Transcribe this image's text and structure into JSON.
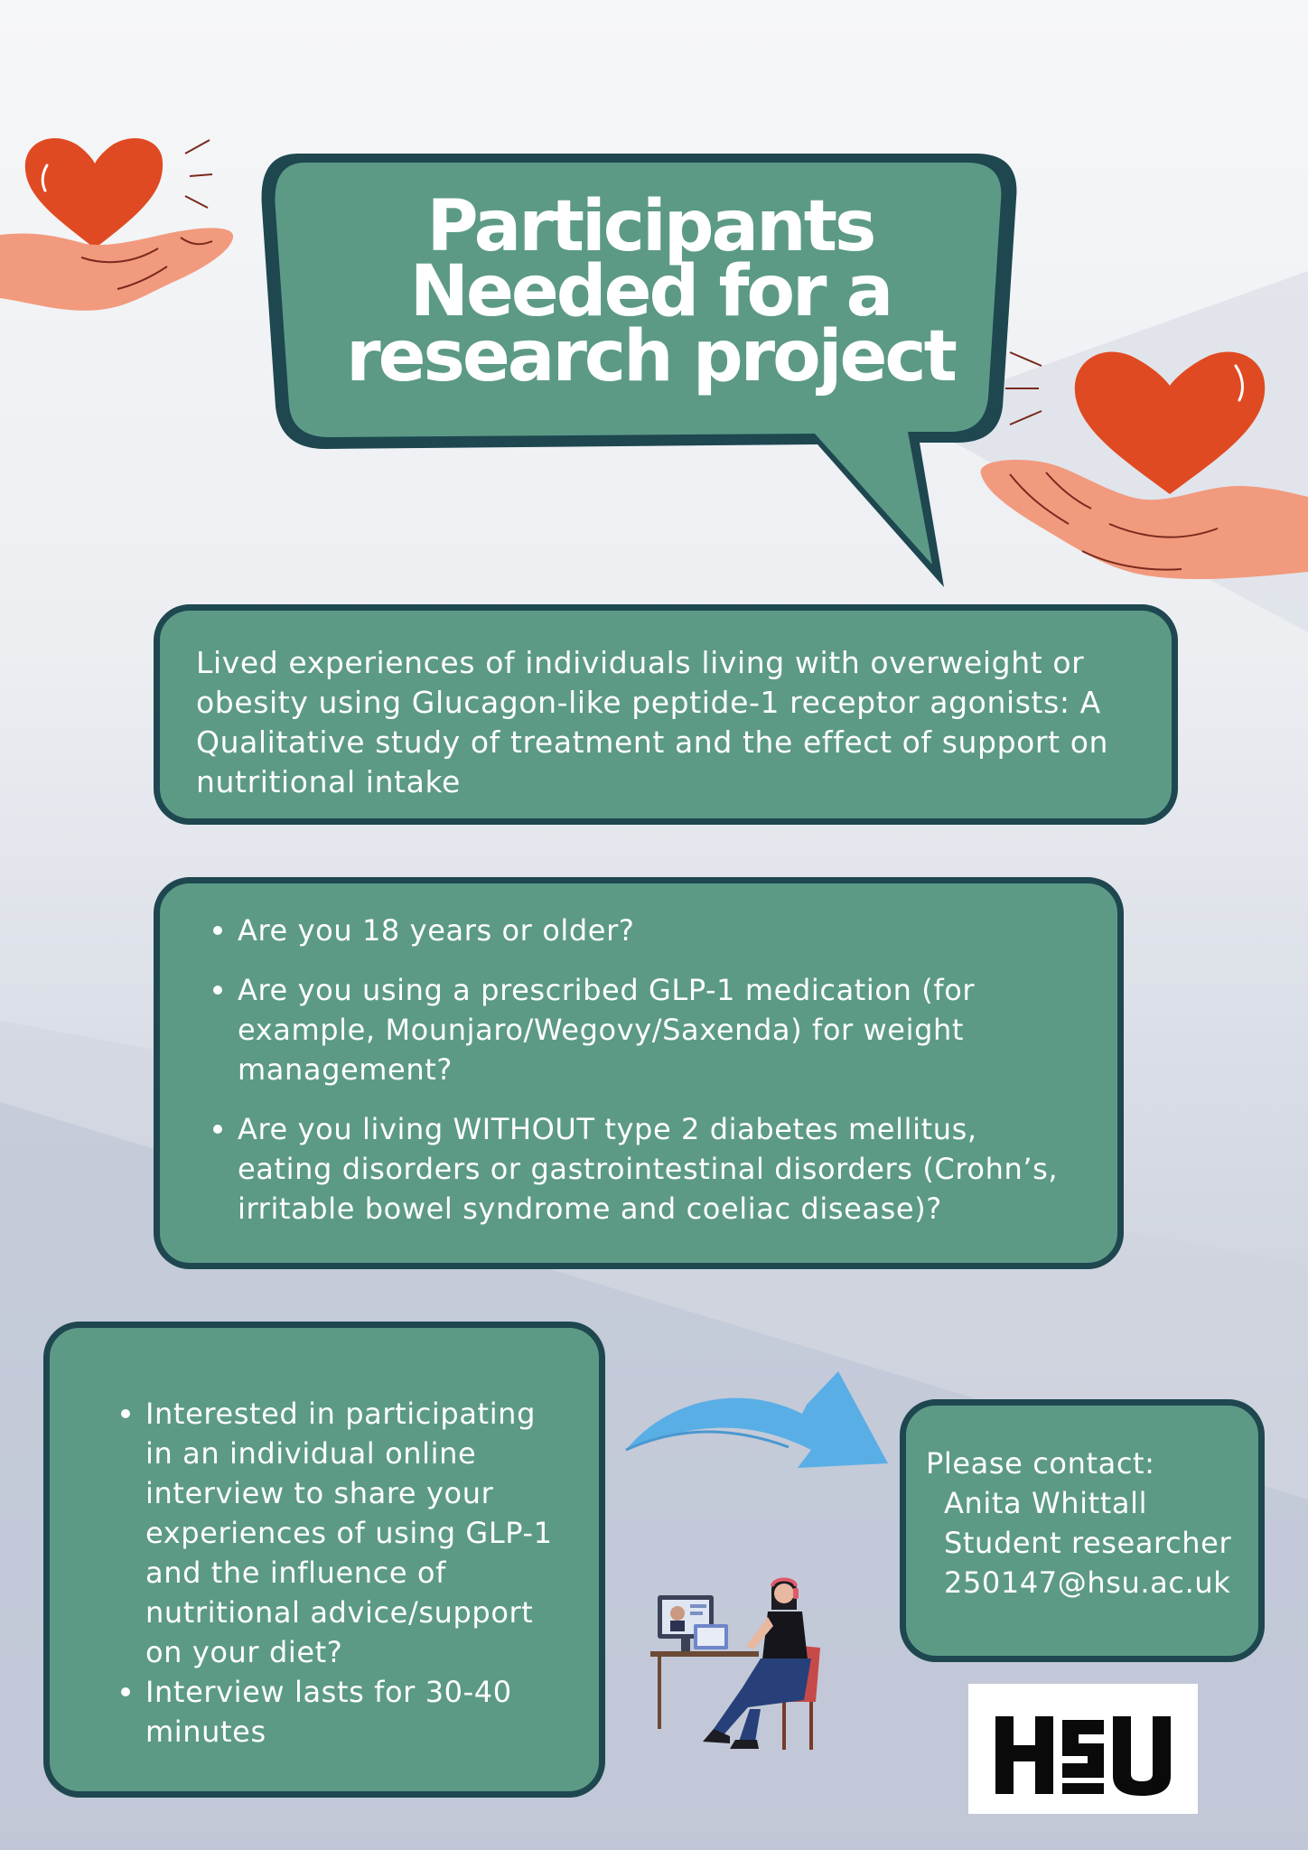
{
  "title": {
    "line1": "Participants",
    "line2": "Needed for a",
    "line3": "research project"
  },
  "study": {
    "description": "Lived experiences of individuals living with overweight or obesity using Glucagon-like peptide-1 receptor agonists: A Qualitative study of treatment and the effect of support on nutritional intake"
  },
  "eligibility": {
    "items": [
      "Are you 18 years or older?",
      "Are you using a prescribed GLP-1 medication (for example, Mounjaro/Wegovy/Saxenda) for weight management?",
      "Are you living WITHOUT type 2 diabetes mellitus, eating disorders or gastrointestinal disorders (Crohn’s, irritable bowel syndrome and coeliac disease)?"
    ]
  },
  "interest": {
    "items": [
      "Interested in participating in an individual online interview to share your experiences of using GLP-1 and the influence of nutritional advice/support on your diet?",
      "Interview lasts for 30-40 minutes"
    ]
  },
  "contact": {
    "heading": "Please contact:",
    "name": "Anita Whittall",
    "role": "Student researcher",
    "email": "250147@hsu.ac.uk"
  },
  "logo": {
    "text": "HSU"
  },
  "colors": {
    "box_fill": "#5c9a86",
    "box_border": "#1e4750",
    "heart": "#e04a22",
    "hand": "#f29a7e",
    "arrow": "#5aaee6"
  },
  "icons": [
    "heart-in-hand-icon",
    "curved-arrow-icon",
    "person-at-computer-illustration",
    "hsu-logo"
  ]
}
